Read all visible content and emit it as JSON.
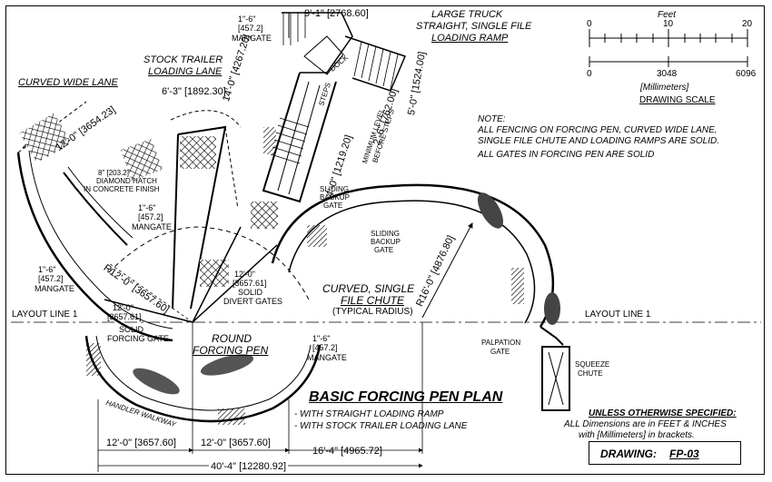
{
  "labels": {
    "truck_ramp_1": "LARGE TRUCK",
    "truck_ramp_2": "STRAIGHT, SINGLE FILE",
    "truck_ramp_3": "LOADING RAMP",
    "stock_trailer_1": "STOCK TRAILER",
    "stock_trailer_2": "LOADING LANE",
    "curved_wide_lane": "CURVED WIDE LANE",
    "diamond_hatch_1": "8\" [203.2]",
    "diamond_hatch_2": "DIAMOND HATCH",
    "diamond_hatch_3": "IN CONCRETE FINISH",
    "dock": "DOCK",
    "steps": "STEPS",
    "min_level_1": "MINIMUM LEVEL",
    "min_level_2": "BEFORE STEPS",
    "sliding_gate_1a": "SLIDING",
    "sliding_gate_1b": "BACKUP",
    "sliding_gate_1c": "GATE",
    "sliding_gate_2a": "SLIDING",
    "sliding_gate_2b": "BACKUP",
    "sliding_gate_2c": "GATE",
    "mangate": "MANGATE",
    "solid_divert_1": "SOLID",
    "solid_divert_2": "DIVERT GATES",
    "solid_forcing_1": "SOLID",
    "solid_forcing_2": "FORCING GATE",
    "round_pen_1": "ROUND",
    "round_pen_2": "FORCING PEN",
    "curved_chute_1": "CURVED, SINGLE",
    "curved_chute_2": "FILE CHUTE",
    "typical_radius": "(TYPICAL RADIUS)",
    "layout_line_left": "LAYOUT LINE 1",
    "layout_line_right": "LAYOUT LINE 1",
    "palpation_1": "PALPATION",
    "palpation_2": "GATE",
    "squeeze_1": "SQUEEZE",
    "squeeze_2": "CHUTE",
    "handler_walkway": "HANDLER WALKWAY"
  },
  "dimensions": {
    "dock_top": "9'-1\" [2768.60]",
    "mangate_dock": "1\"-6\"",
    "mangate_dock_mm": "[457.2]",
    "ramp_length": "14'-0\" [4267.20]",
    "ramp_width": "5'-0\" [1524.00]",
    "steps_width": "2'-6\" [762.00]",
    "min_level": "4'-0\" [1219.20]",
    "trailer_width": "6'-3\" [1892.30]",
    "curved_lane_width": "12'-0\" [3654.23]",
    "mangate_lane": "1\"-6\"",
    "mangate_lane_mm": "[457.2]",
    "mangate_left": "1\"-6\"",
    "mangate_left_mm": "[457.2]",
    "pen_radius": "R12'-0\" [3657.60]",
    "divert_radius": "12'-0\"",
    "divert_radius_mm": "[3657.61]",
    "forcing_radius": "12'-0\"",
    "forcing_radius_mm": "[3657.61]",
    "mangate_pen": "1\"-6\"",
    "mangate_pen_mm": "[457.2]",
    "chute_radius": "R16'-0\" [4876.80]",
    "bottom_1": "12'-0\" [3657.60]",
    "bottom_2": "12'-0\" [3657.60]",
    "bottom_3": "16'-4\" [4965.72]",
    "bottom_total": "40'-4\" [12280.92]"
  },
  "scale": {
    "feet_label": "Feet",
    "feet_0": "0",
    "feet_10": "10",
    "feet_20": "20",
    "mm_0": "0",
    "mm_mid": "3048",
    "mm_max": "6096",
    "mm_label": "[Millimeters]",
    "caption": "DRAWING SCALE"
  },
  "notes": {
    "note_head": "NOTE:",
    "note_1": "ALL FENCING ON FORCING PEN, CURVED WIDE LANE,",
    "note_2": "SINGLE FILE CHUTE AND LOADING RAMPS ARE SOLID.",
    "note_3": "ALL GATES IN FORCING PEN ARE SOLID"
  },
  "title": {
    "main": "BASIC FORCING PEN PLAN",
    "sub_1": "- WITH STRAIGHT LOADING RAMP",
    "sub_2": "- WITH STOCK TRAILER LOADING LANE"
  },
  "spec": {
    "line_1": "UNLESS OTHERWISE SPECIFIED:",
    "line_2": "ALL Dimensions are in FEET & INCHES",
    "line_3": "with [Millimeters] in brackets."
  },
  "drawing": {
    "label": "DRAWING:",
    "number": "FP-03"
  }
}
